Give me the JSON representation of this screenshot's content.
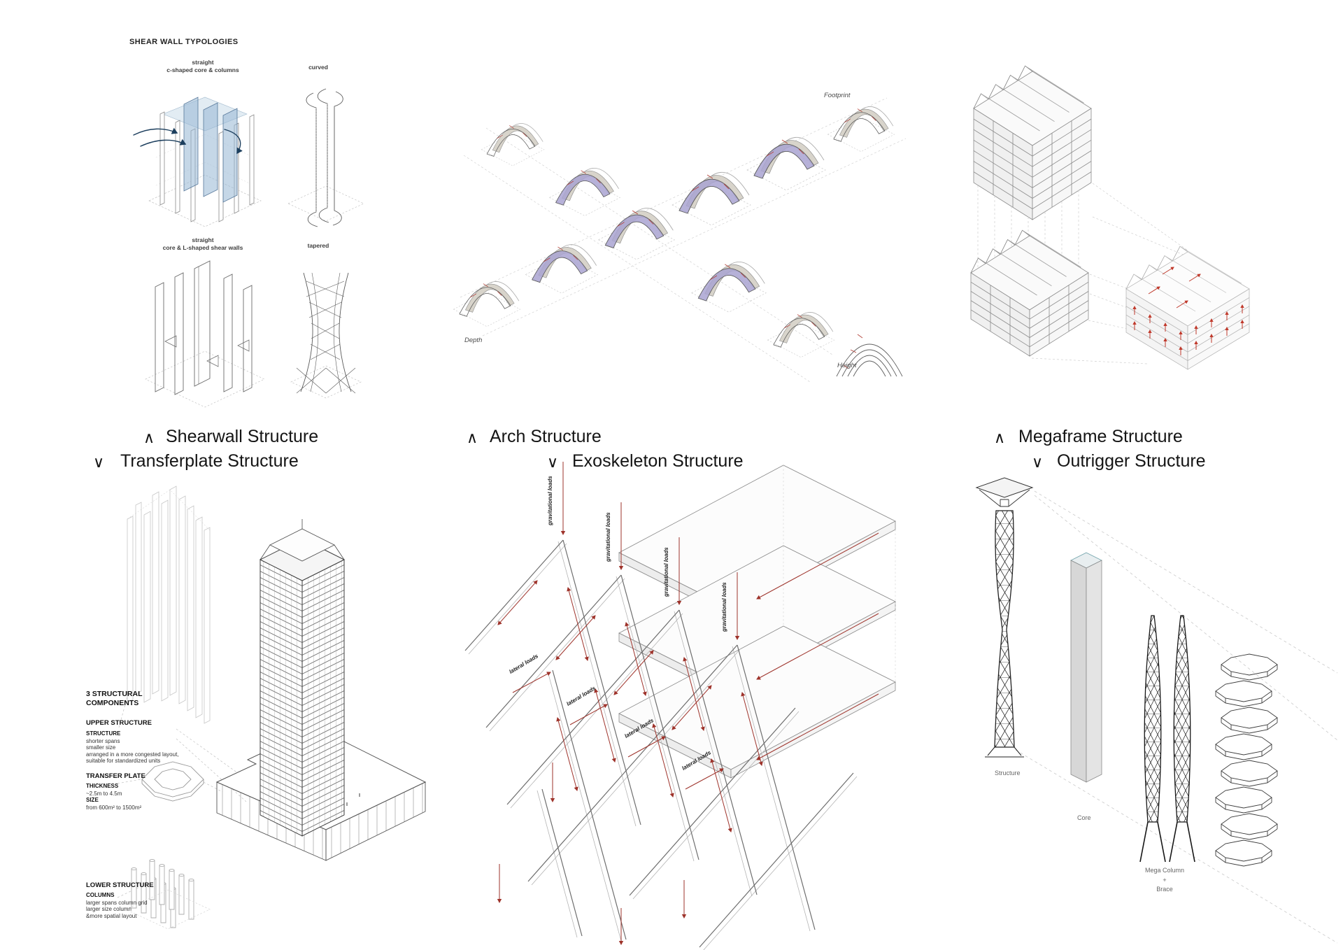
{
  "colors": {
    "accent_red": "#a03428",
    "megaframe_red": "#c0392b",
    "arch_purple": "#a9a3d1",
    "shearwall_blue": "#96b3cf",
    "line_dark": "#3a3a3a",
    "line_light": "#c6c6c6"
  },
  "shearwall_panel": {
    "title": "SHEAR WALL TYPOLOGIES",
    "typology1_line1": "straight",
    "typology1_line2": "c-shaped core & columns",
    "typology2": "curved",
    "typology3_line1": "straight",
    "typology3_line2": "core & L-shaped shear walls",
    "typology4": "tapered"
  },
  "headers": {
    "sym_up": "∧",
    "sym_down": "∨",
    "left_up": "Shearwall Structure",
    "left_down": "Transferplate Structure",
    "middle_up": "Arch Structure",
    "middle_down": "Exoskeleton Structure",
    "right_up": "Megaframe Structure",
    "right_down": "Outrigger Structure"
  },
  "arch_panel": {
    "footprint_label": "Footprint",
    "depth_label": "Depth",
    "height_label": "Height"
  },
  "transferplate_panel": {
    "components_line1": "3 STRUCTURAL",
    "components_line2": "COMPONENTS",
    "upper": {
      "title": "UPPER STRUCTURE",
      "subtitle": "STRUCTURE",
      "lines": [
        "shorter spans",
        "smaller size",
        "arranged in a more congested layout,",
        "suitable for standardized units"
      ]
    },
    "plate": {
      "title": "TRANSFER PLATE",
      "thickness_label": "THICKNESS",
      "thickness_value": "~2.5m to 4.5m",
      "size_label": "SIZE",
      "size_value": "from 600m² to 1500m²"
    },
    "lower": {
      "title": "LOWER STRUCTURE",
      "subtitle": "COLUMNS",
      "lines": [
        "larger spans column grid",
        "larger size column",
        "&more spatial layout"
      ]
    }
  },
  "exoskeleton_panel": {
    "gravitational_label": "gravitational loads",
    "lateral_label": "lateral loads"
  },
  "outrigger_panel": {
    "structure_label": "Structure",
    "core_label": "Core",
    "mega_line1": "Mega Column",
    "mega_line2": "+",
    "mega_line3": "Brace"
  }
}
